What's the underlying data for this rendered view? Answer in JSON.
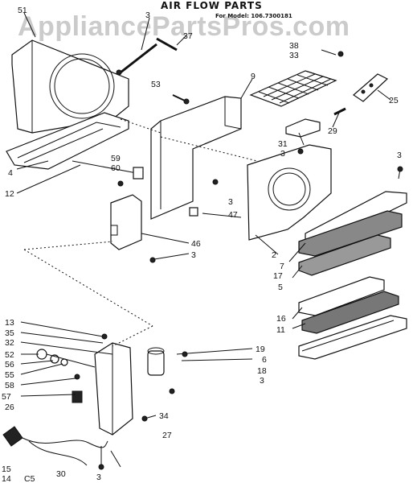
{
  "header": {
    "title": "AIR FLOW PARTS",
    "model_line": "For Model: 106.7300181",
    "watermark": "AppliancePartsPros.com"
  },
  "callouts": [
    {
      "id": "c51",
      "text": "51"
    },
    {
      "id": "c3a",
      "text": "3"
    },
    {
      "id": "c37",
      "text": "37"
    },
    {
      "id": "c38",
      "text": "38"
    },
    {
      "id": "c33",
      "text": "33"
    },
    {
      "id": "c53",
      "text": "53"
    },
    {
      "id": "c9",
      "text": "9"
    },
    {
      "id": "c25",
      "text": "25"
    },
    {
      "id": "c29",
      "text": "29"
    },
    {
      "id": "c31",
      "text": "31"
    },
    {
      "id": "c3b",
      "text": "3"
    },
    {
      "id": "c3c",
      "text": "3"
    },
    {
      "id": "c4",
      "text": "4"
    },
    {
      "id": "c12",
      "text": "12"
    },
    {
      "id": "c59",
      "text": "59"
    },
    {
      "id": "c60",
      "text": "60"
    },
    {
      "id": "c3d",
      "text": "3"
    },
    {
      "id": "c47",
      "text": "47"
    },
    {
      "id": "c46",
      "text": "46"
    },
    {
      "id": "c3e",
      "text": "3"
    },
    {
      "id": "c2",
      "text": "2"
    },
    {
      "id": "c7",
      "text": "7"
    },
    {
      "id": "c17",
      "text": "17"
    },
    {
      "id": "c5",
      "text": "5"
    },
    {
      "id": "c16",
      "text": "16"
    },
    {
      "id": "c11",
      "text": "11"
    },
    {
      "id": "c13",
      "text": "13"
    },
    {
      "id": "c35",
      "text": "35"
    },
    {
      "id": "c32",
      "text": "32"
    },
    {
      "id": "c52",
      "text": "52"
    },
    {
      "id": "c56",
      "text": "56"
    },
    {
      "id": "c55",
      "text": "55"
    },
    {
      "id": "c58",
      "text": "58"
    },
    {
      "id": "c57",
      "text": "57"
    },
    {
      "id": "c26",
      "text": "26"
    },
    {
      "id": "c19",
      "text": "19"
    },
    {
      "id": "c6",
      "text": "6"
    },
    {
      "id": "c18",
      "text": "18"
    },
    {
      "id": "c3f",
      "text": "3"
    },
    {
      "id": "c34",
      "text": "34"
    },
    {
      "id": "c27",
      "text": "27"
    },
    {
      "id": "c15",
      "text": "15"
    },
    {
      "id": "c14",
      "text": "14"
    },
    {
      "id": "c30",
      "text": "30"
    },
    {
      "id": "c3g",
      "text": "3"
    },
    {
      "id": "cC5",
      "text": "C5"
    }
  ]
}
